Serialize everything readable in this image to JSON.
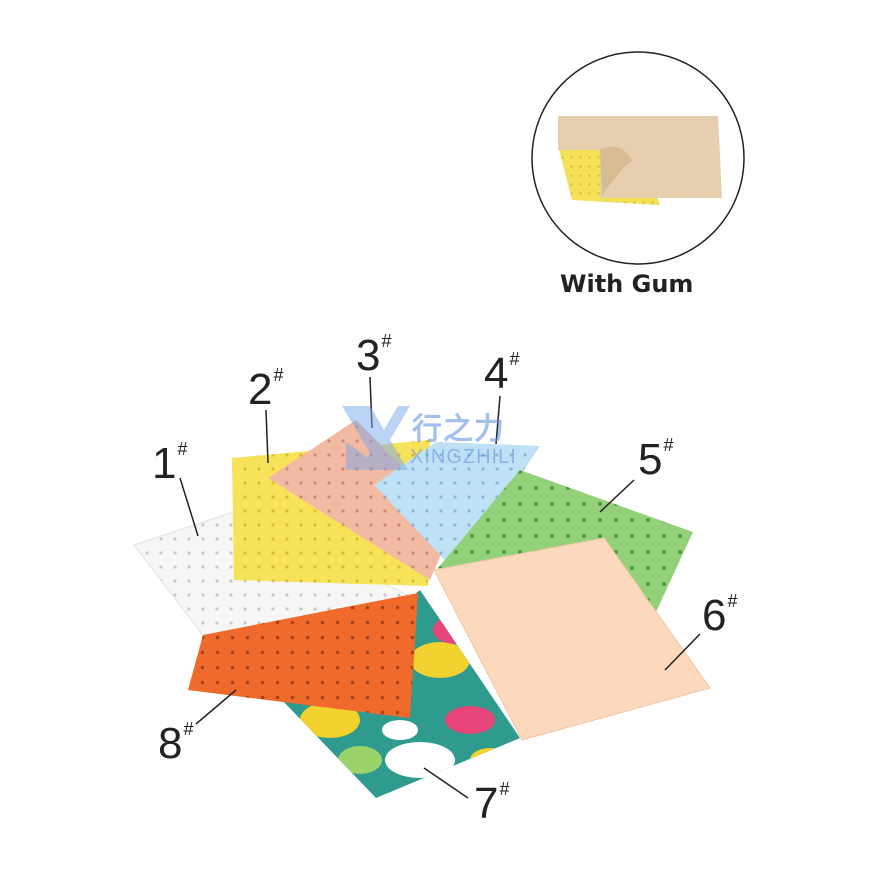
{
  "inset": {
    "caption": "With Gum"
  },
  "watermark": {
    "chinese": "行之力",
    "latin": "XINGZHILI"
  },
  "labels": [
    {
      "num": "1",
      "mark": "#"
    },
    {
      "num": "2",
      "mark": "#"
    },
    {
      "num": "3",
      "mark": "#"
    },
    {
      "num": "4",
      "mark": "#"
    },
    {
      "num": "5",
      "mark": "#"
    },
    {
      "num": "6",
      "mark": "#"
    },
    {
      "num": "7",
      "mark": "#"
    },
    {
      "num": "8",
      "mark": "#"
    }
  ],
  "sheet_colors": {
    "white": "#f6f6f4",
    "yellow": "#f6e35a",
    "pink": "#f2b9a3",
    "blue": "#bfe1f6",
    "green": "#93d07a",
    "peach": "#fcd9bd",
    "orange": "#f06a2c",
    "camo_base": "#2f9a8e"
  }
}
